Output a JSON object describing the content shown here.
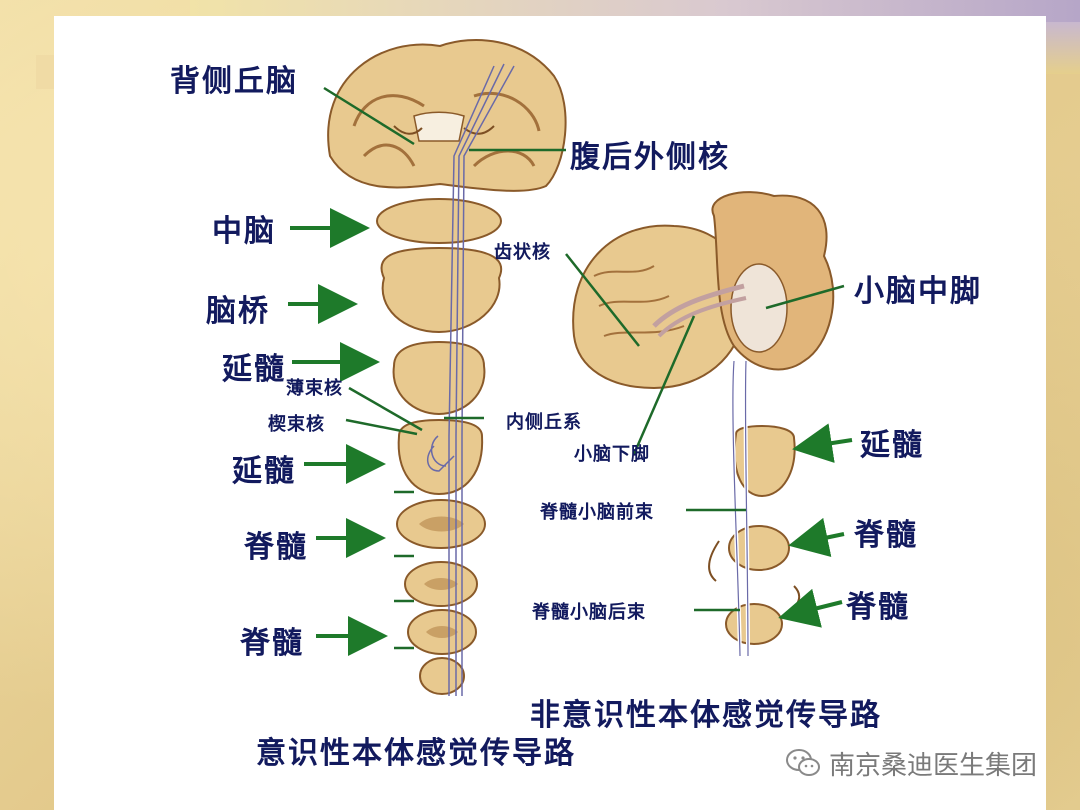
{
  "labels": {
    "dorsal_thalamus": "背侧丘脑",
    "vpl_nucleus": "腹后外侧核",
    "midbrain": "中脑",
    "pons": "脑桥",
    "medulla_upper": "延髓",
    "gracile_nucleus": "薄束核",
    "cuneate_nucleus": "楔束核",
    "medial_lemniscus": "内侧丘系",
    "medulla_lower": "延髓",
    "spinal_cord_upper": "脊髓",
    "spinal_cord_lower": "脊髓",
    "dentate_nucleus": "齿状核",
    "middle_cerebellar_peduncle": "小脑中脚",
    "inferior_cerebellar_peduncle": "小脑下脚",
    "right_medulla": "延髓",
    "anterior_spinocerebellar_tract": "脊髓小脑前束",
    "right_spinal_cord_upper": "脊髓",
    "posterior_spinocerebellar_tract": "脊髓小脑后束",
    "right_spinal_cord_lower": "脊髓"
  },
  "captions": {
    "unconscious": "非意识性本体感觉传导路",
    "conscious": "意识性本体感觉传导路"
  },
  "watermark": {
    "icon": "wechat-icon",
    "text": "南京桑迪医生集团"
  },
  "colors": {
    "label": "#121a5e",
    "arrow": "#1e7a2a",
    "tissue": "#e8c98f",
    "tissue_dark": "#b9864a"
  }
}
